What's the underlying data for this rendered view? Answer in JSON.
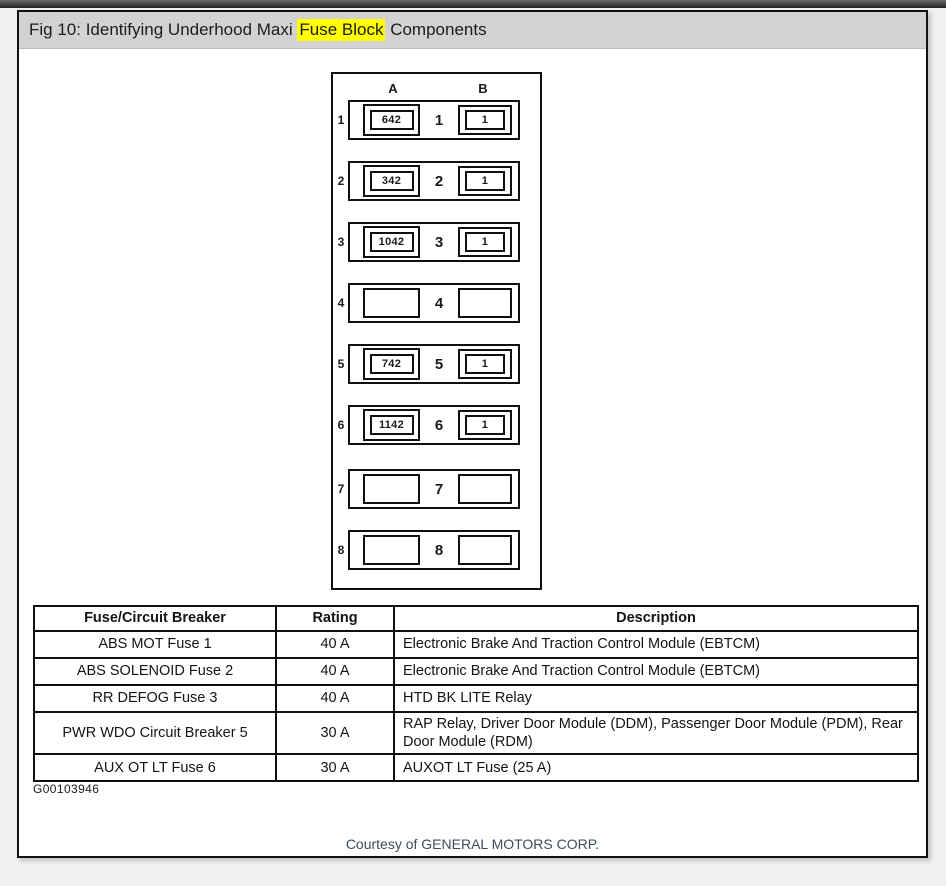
{
  "page": {
    "title_prefix": "Fig 10: Identifying Underhood Maxi ",
    "title_highlight": "Fuse Block",
    "title_suffix": " Components",
    "figure_id": "G00103946",
    "footer": "Courtesy of GENERAL MOTORS CORP.",
    "colors": {
      "highlight": "#ffff00",
      "titlebar_bg": "#d2d2d2",
      "footer_text": "#3d4c5c",
      "page_bg": "#f0f0f0"
    }
  },
  "diagram": {
    "column_labels": [
      "A",
      "B"
    ],
    "rows": [
      {
        "label": "1",
        "fuse_a": "642",
        "center": "1",
        "fuse_b": "1"
      },
      {
        "label": "2",
        "fuse_a": "342",
        "center": "2",
        "fuse_b": "1"
      },
      {
        "label": "3",
        "fuse_a": "1042",
        "center": "3",
        "fuse_b": "1"
      },
      {
        "label": "4",
        "fuse_a": "",
        "center": "4",
        "fuse_b": ""
      },
      {
        "label": "5",
        "fuse_a": "742",
        "center": "5",
        "fuse_b": "1"
      },
      {
        "label": "6",
        "fuse_a": "1142",
        "center": "6",
        "fuse_b": "1"
      },
      {
        "label": "7",
        "fuse_a": "",
        "center": "7",
        "fuse_b": ""
      },
      {
        "label": "8",
        "fuse_a": "",
        "center": "8",
        "fuse_b": ""
      }
    ]
  },
  "table": {
    "headers": [
      "Fuse/Circuit Breaker",
      "Rating",
      "Description"
    ],
    "rows": [
      [
        "ABS MOT Fuse 1",
        "40 A",
        "Electronic Brake And Traction Control Module (EBTCM)"
      ],
      [
        "ABS SOLENOID Fuse 2",
        "40 A",
        "Electronic Brake And Traction Control Module (EBTCM)"
      ],
      [
        "RR DEFOG Fuse 3",
        "40 A",
        "HTD BK LITE Relay"
      ],
      [
        "PWR WDO Circuit Breaker 5",
        "30 A",
        "RAP Relay, Driver Door Module (DDM), Passenger Door Module (PDM), Rear Door Module (RDM)"
      ],
      [
        "AUX OT LT Fuse 6",
        "30 A",
        "AUXOT LT Fuse (25 A)"
      ]
    ]
  }
}
